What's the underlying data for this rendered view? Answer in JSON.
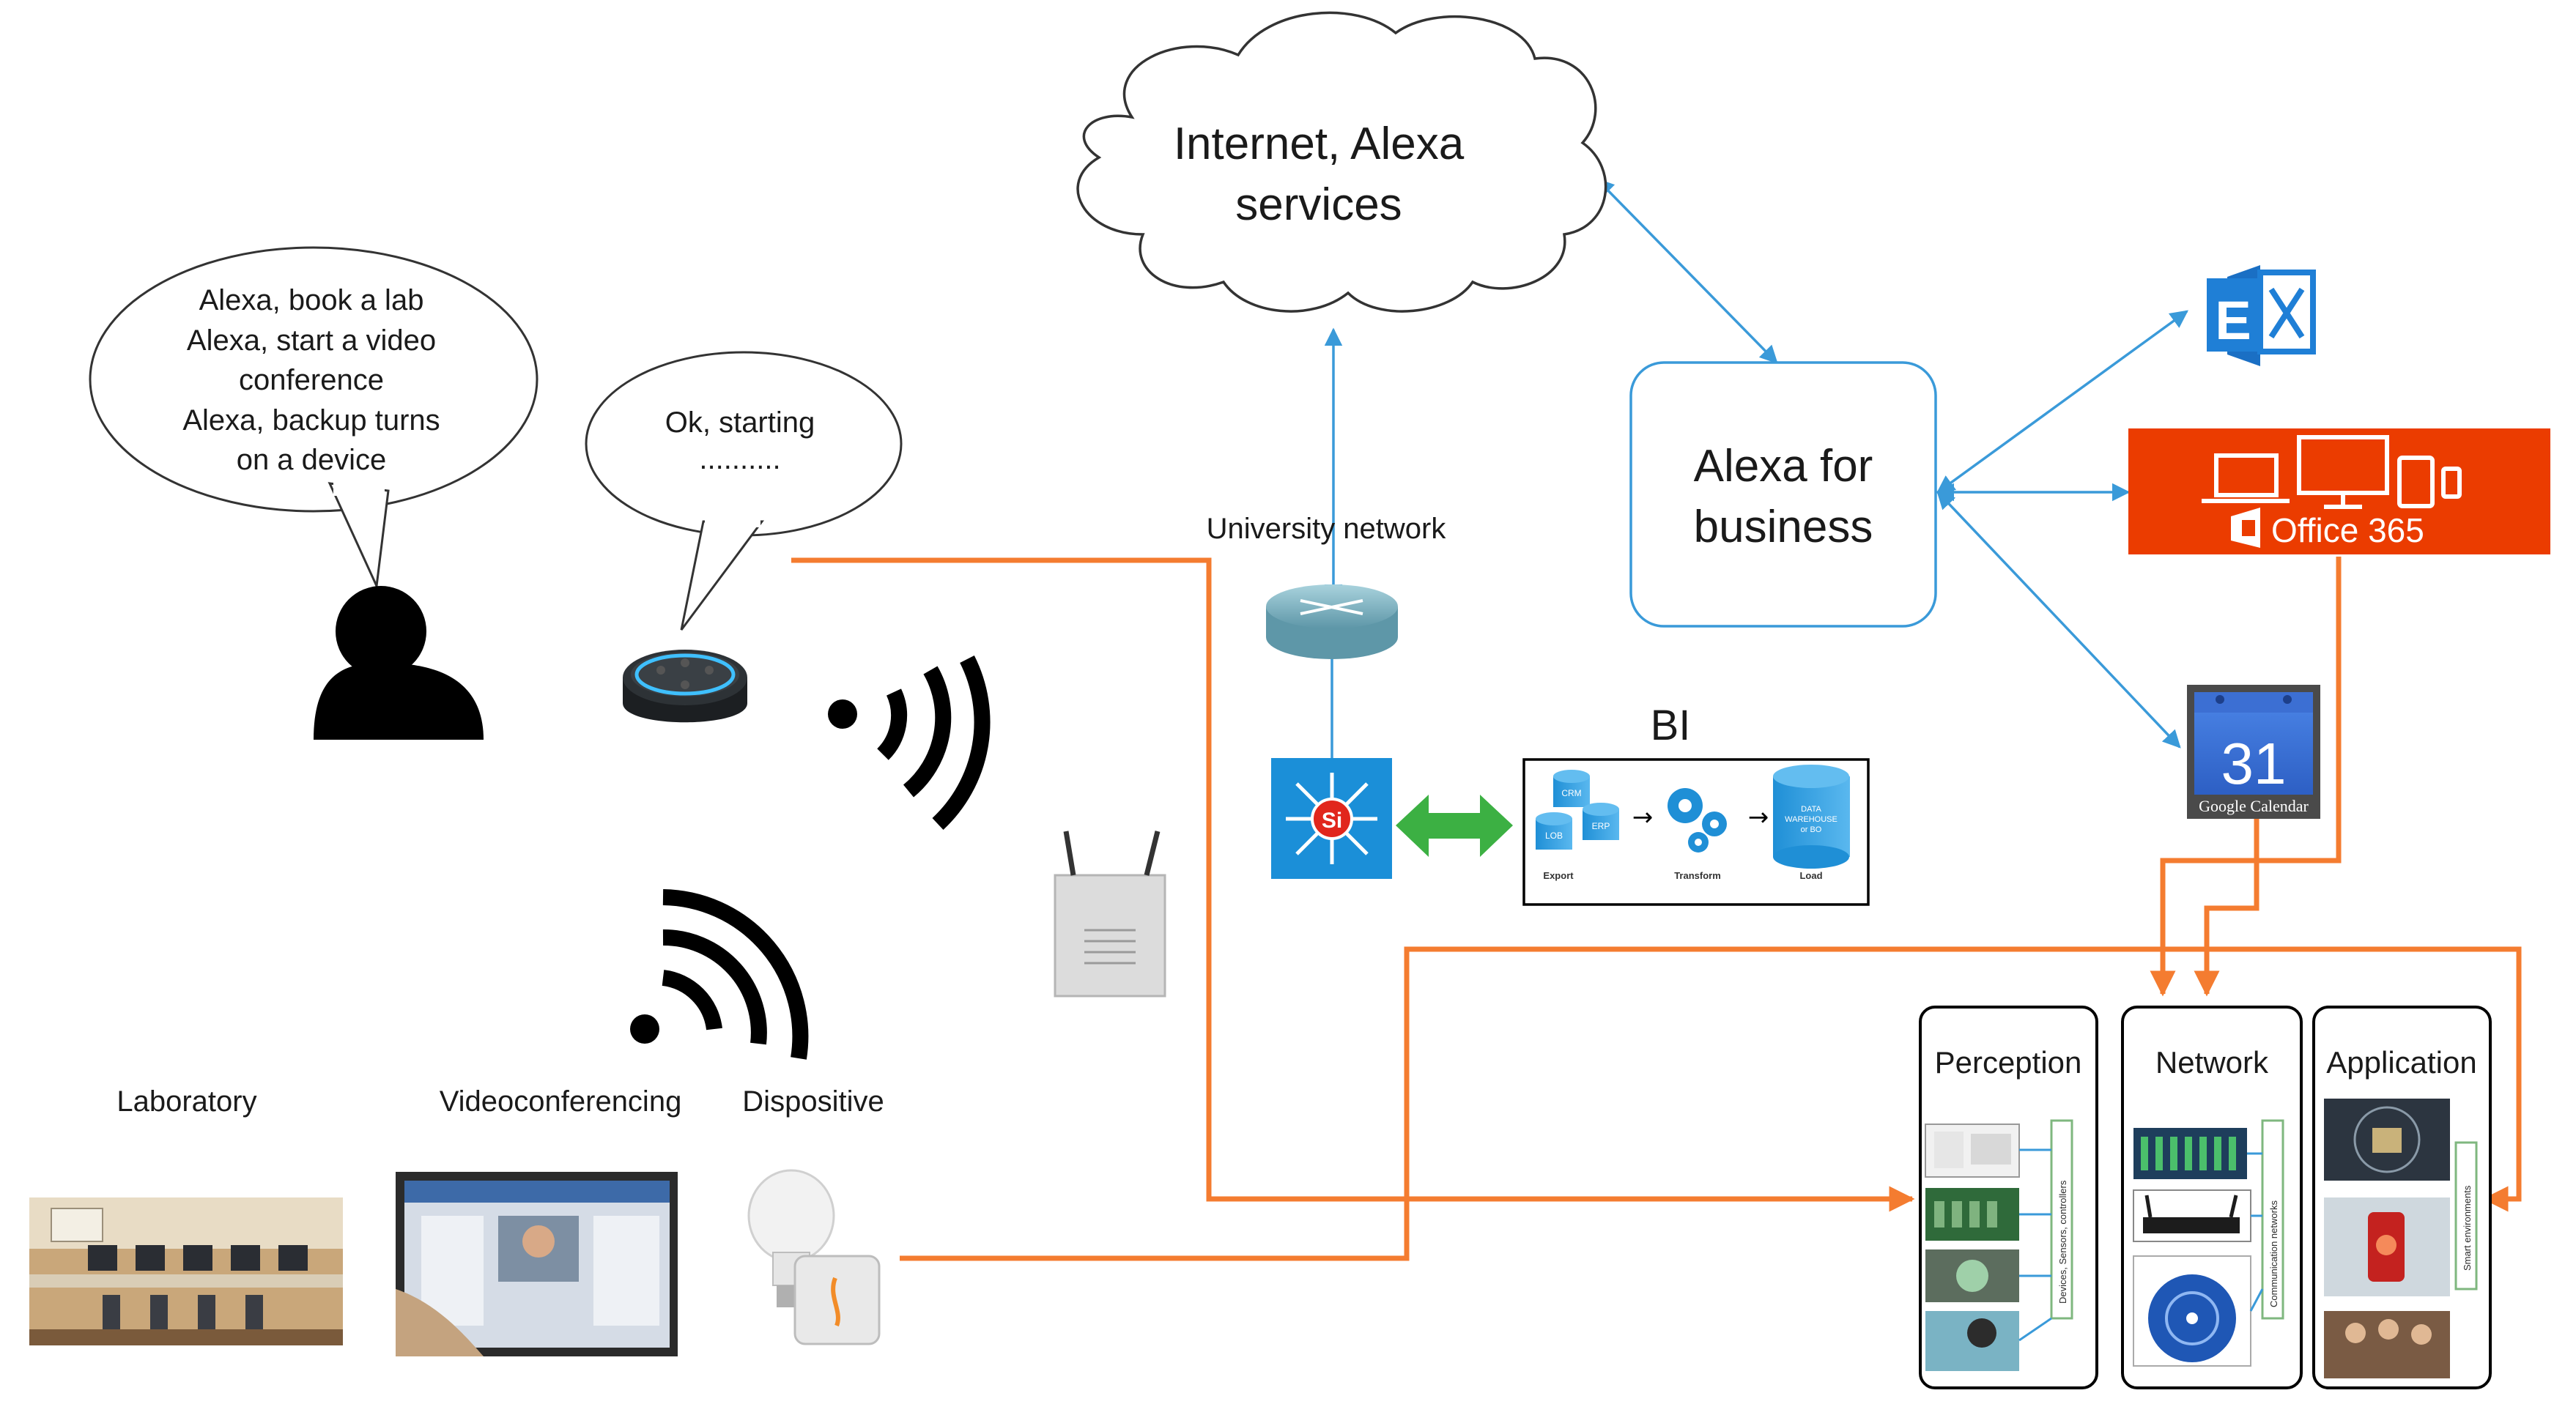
{
  "cloud": {
    "line1": "Internet, Alexa",
    "line2": "services"
  },
  "alexa_business": {
    "line1": "Alexa for",
    "line2": "business"
  },
  "speech_user": {
    "lines": [
      "Alexa, book a lab",
      "Alexa, start a video",
      "conference",
      "Alexa, backup turns",
      "on a device"
    ]
  },
  "speech_echo": {
    "line1": "Ok, starting",
    "line2": ".........."
  },
  "labels": {
    "university_network": "University network",
    "bi": "BI",
    "laboratory": "Laboratory",
    "videoconferencing": "Videoconferencing",
    "dispositive": "Dispositive"
  },
  "bi_box": {
    "stage_export": "Export",
    "stage_transform": "Transform",
    "stage_load": "Load",
    "db_crm": "CRM",
    "db_erp": "ERP",
    "db_lob": "LOB",
    "warehouse_line1": "DATA",
    "warehouse_line2": "WAREHOUSE",
    "warehouse_line3": "or BO"
  },
  "services": {
    "office365": "Office 365",
    "calendar_day": "31",
    "calendar_name": "Google Calendar",
    "exchange_letter": "E"
  },
  "layers": {
    "perception": {
      "title": "Perception",
      "side": "Devices, Sensors, controllers"
    },
    "network": {
      "title": "Network",
      "side": "Communication networks"
    },
    "application": {
      "title": "Application",
      "side": "Smart environments"
    }
  },
  "colors": {
    "orange_line": "#f47c30",
    "blue_line": "#3a9ad9",
    "office_red": "#eb3c00",
    "green_arrow": "#3cb043",
    "switch_blue": "#1b8fd8"
  }
}
